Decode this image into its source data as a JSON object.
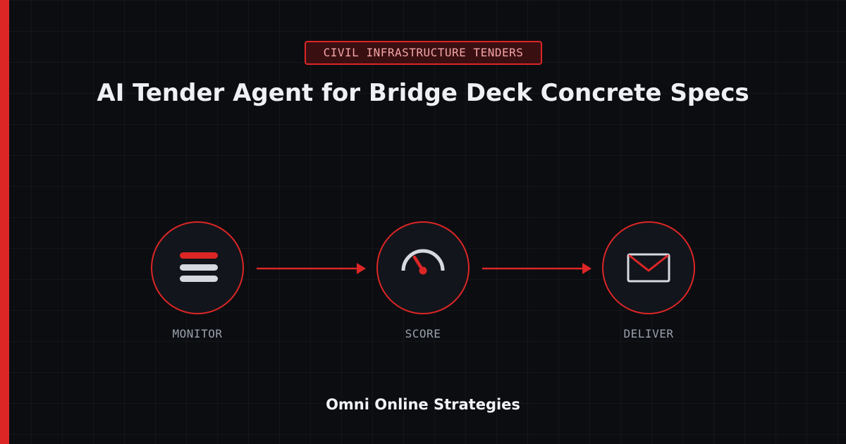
{
  "badge": {
    "label": "CIVIL INFRASTRUCTURE TENDERS"
  },
  "title": "AI Tender Agent for Bridge Deck Concrete Specs",
  "steps": [
    {
      "label": "MONITOR",
      "icon": "list-icon"
    },
    {
      "label": "SCORE",
      "icon": "gauge-icon"
    },
    {
      "label": "DELIVER",
      "icon": "envelope-icon"
    }
  ],
  "brand": "Omni Online Strategies",
  "colors": {
    "background": "#0b0d11",
    "accent": "#dc2626",
    "badge_text": "#f3a5a5",
    "title_text": "#eef0f3",
    "label_text": "#9aa1ab",
    "icon_light": "#d6d9df"
  }
}
